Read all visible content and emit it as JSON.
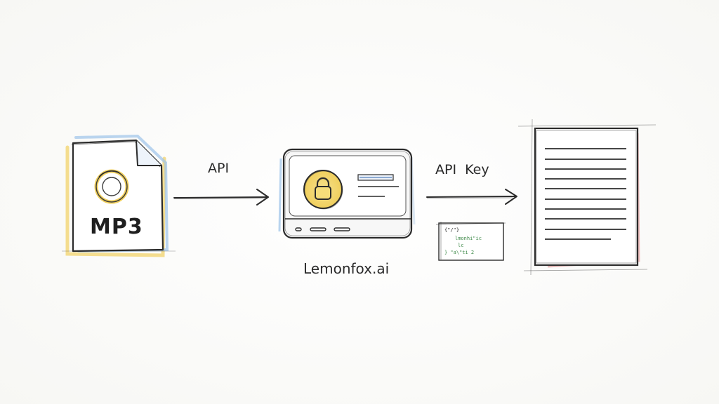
{
  "nodes": {
    "source_file": {
      "label": "MP3",
      "icon": "audio-file-icon"
    },
    "service": {
      "label": "Lemonfox.ai",
      "icon": "server-device-icon",
      "badge_icon": "lock-icon"
    },
    "code_snippet": {
      "icon": "code-snippet-icon",
      "lines": [
        "{\"/\"}",
        "lmonhi\"ic",
        "lc",
        "} \"a\\\"ti 2"
      ]
    },
    "output_document": {
      "icon": "text-document-icon"
    }
  },
  "edges": {
    "file_to_service": {
      "label": "API"
    },
    "service_to_document": {
      "label": "API  Key"
    }
  },
  "colors": {
    "ink": "#2b2b2b",
    "accent_yellow": "#f2d36b",
    "accent_blue": "#9cc3ea",
    "accent_red": "#e8a5a5",
    "code_green": "#3f8a4a"
  }
}
